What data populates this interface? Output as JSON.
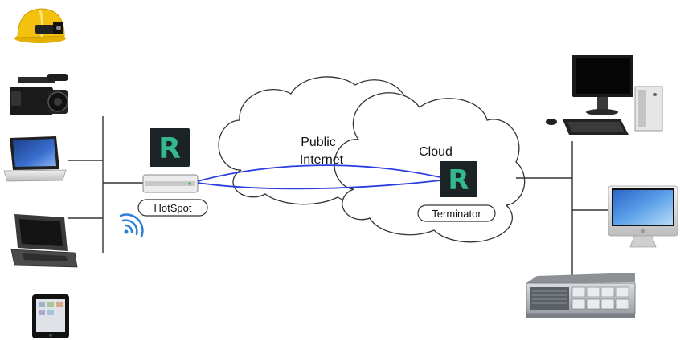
{
  "diagram": {
    "hotspot": {
      "label": "HotSpot",
      "logo_letter": "R"
    },
    "public_internet": {
      "label_line1": "Public",
      "label_line2": "Internet"
    },
    "cloud": {
      "label": "Cloud"
    },
    "terminator": {
      "label": "Terminator",
      "logo_letter": "R"
    },
    "left_devices": [
      "hard-hat-icon",
      "video-camera-icon",
      "macbook-laptop-icon",
      "rugged-laptop-icon",
      "ipad-tablet-icon"
    ],
    "right_devices": [
      "desktop-pc-icon",
      "imac-icon",
      "rack-server-icon"
    ]
  },
  "colors": {
    "link": "#2a3de0",
    "logo_bg": "#1b2327",
    "logo_letter": "#34b88e",
    "wifi": "#2b7fd6",
    "hardhat": "#f4c20d"
  }
}
